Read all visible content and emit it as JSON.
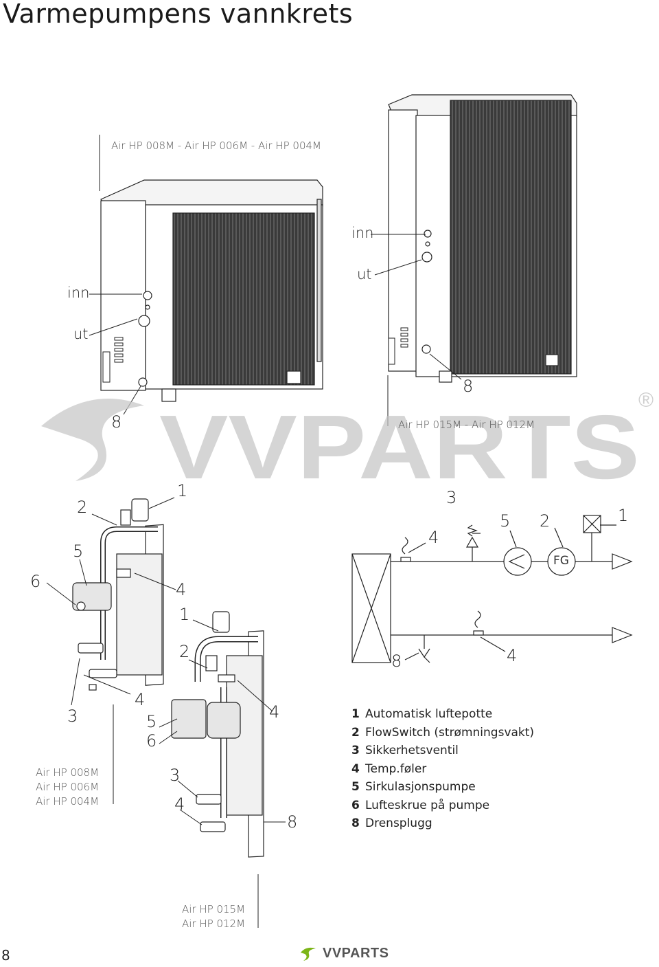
{
  "title": "Varmepumpens vannkrets",
  "units": {
    "small_caption": "Air HP 008M - Air HP 006M - Air HP 004M",
    "large_caption": "Air HP 015M - Air HP 012M"
  },
  "flow_labels": {
    "inlet": "inn",
    "outlet": "ut"
  },
  "callouts": {
    "small_unit_drain": "8",
    "large_unit_drain": "8",
    "small_module": [
      "1",
      "2",
      "5",
      "6",
      "4",
      "3",
      "4"
    ],
    "large_module": [
      "1",
      "2",
      "4",
      "5",
      "6",
      "3",
      "4",
      "8"
    ],
    "schematic": [
      "3",
      "4",
      "5",
      "2",
      "1",
      "8",
      "4"
    ],
    "flowswitch_symbol": "FG"
  },
  "module_captions": {
    "small": [
      "Air HP 008M",
      "Air HP 006M",
      "Air HP 004M"
    ],
    "large": [
      "Air HP 015M",
      "Air HP 012M"
    ]
  },
  "legend": [
    {
      "num": "1",
      "text": "Automatisk luftepotte"
    },
    {
      "num": "2",
      "text": "FlowSwitch (strømningsvakt)"
    },
    {
      "num": "3",
      "text": "Sikkerhetsventil"
    },
    {
      "num": "4",
      "text": "Temp.føler"
    },
    {
      "num": "5",
      "text": "Sirkulasjonspumpe"
    },
    {
      "num": "6",
      "text": "Lufteskrue på pumpe"
    },
    {
      "num": "8",
      "text": "Drensplugg"
    }
  ],
  "watermark": {
    "brand": "VVPARTS",
    "registered": "®"
  },
  "footer": {
    "page_number": "8",
    "logo_text": "VVPARTS"
  }
}
